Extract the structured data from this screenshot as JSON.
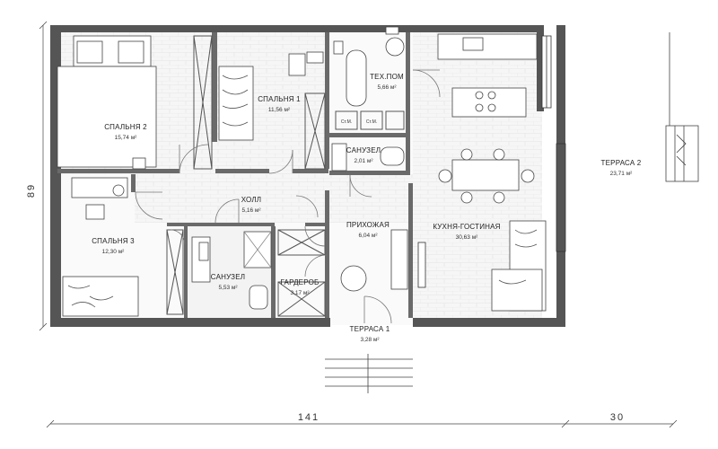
{
  "plan": {
    "rooms": [
      {
        "id": "bedroom2",
        "label": "СПАЛЬНЯ 2",
        "area": "15,74 м²"
      },
      {
        "id": "bedroom1",
        "label": "СПАЛЬНЯ 1",
        "area": "11,56 м²"
      },
      {
        "id": "techroom",
        "label": "ТЕХ.ПОМ",
        "area": "5,66 м²"
      },
      {
        "id": "bath_small",
        "label": "САНУЗЕЛ",
        "area": "2,01 м²"
      },
      {
        "id": "hall",
        "label": "ХОЛЛ",
        "area": "5,16 м²"
      },
      {
        "id": "bedroom3",
        "label": "СПАЛЬНЯ 3",
        "area": "12,30 м²"
      },
      {
        "id": "entry",
        "label": "ПРИХОЖАЯ",
        "area": "6,04 м²"
      },
      {
        "id": "kitchen",
        "label": "КУХНЯ-ГОСТИНАЯ",
        "area": "30,63 м²"
      },
      {
        "id": "bath_large",
        "label": "САНУЗЕЛ",
        "area": "5,53 м²"
      },
      {
        "id": "wardrobe",
        "label": "ГАРДЕРОБ",
        "area": "3,17 м²"
      },
      {
        "id": "terrace1",
        "label": "ТЕРРАСА 1",
        "area": "3,28 м²"
      },
      {
        "id": "terrace2",
        "label": "ТЕРРАСА 2",
        "area": "23,71 м²"
      }
    ],
    "appliance_tags": [
      "Ст.М.",
      "Ст.М."
    ],
    "dimensions": {
      "vertical": "89",
      "horizontal_main": "141",
      "horizontal_terrace": "30"
    }
  }
}
